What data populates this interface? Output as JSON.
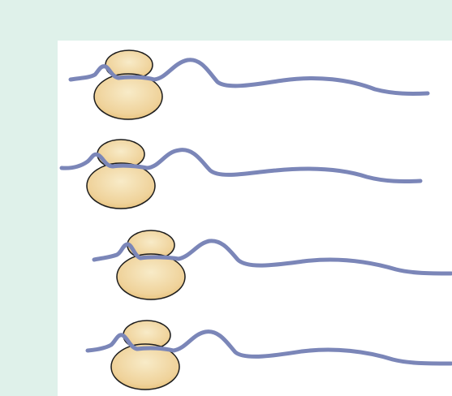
{
  "colors": {
    "page_background": "#dff1ea",
    "panel_background": "#ffffff",
    "strand": "#7b86b8",
    "ribbosome_fill_light": "#f8ebc8",
    "ribbosome_fill_dark": "#ecca83",
    "ribbosome_outline": "#1a1a1a"
  },
  "diagram": {
    "rows": [
      {
        "item": "ribosome-on-strand-1"
      },
      {
        "item": "ribosome-on-strand-2"
      },
      {
        "item": "ribosome-on-strand-3"
      },
      {
        "item": "ribosome-on-strand-4"
      }
    ]
  }
}
